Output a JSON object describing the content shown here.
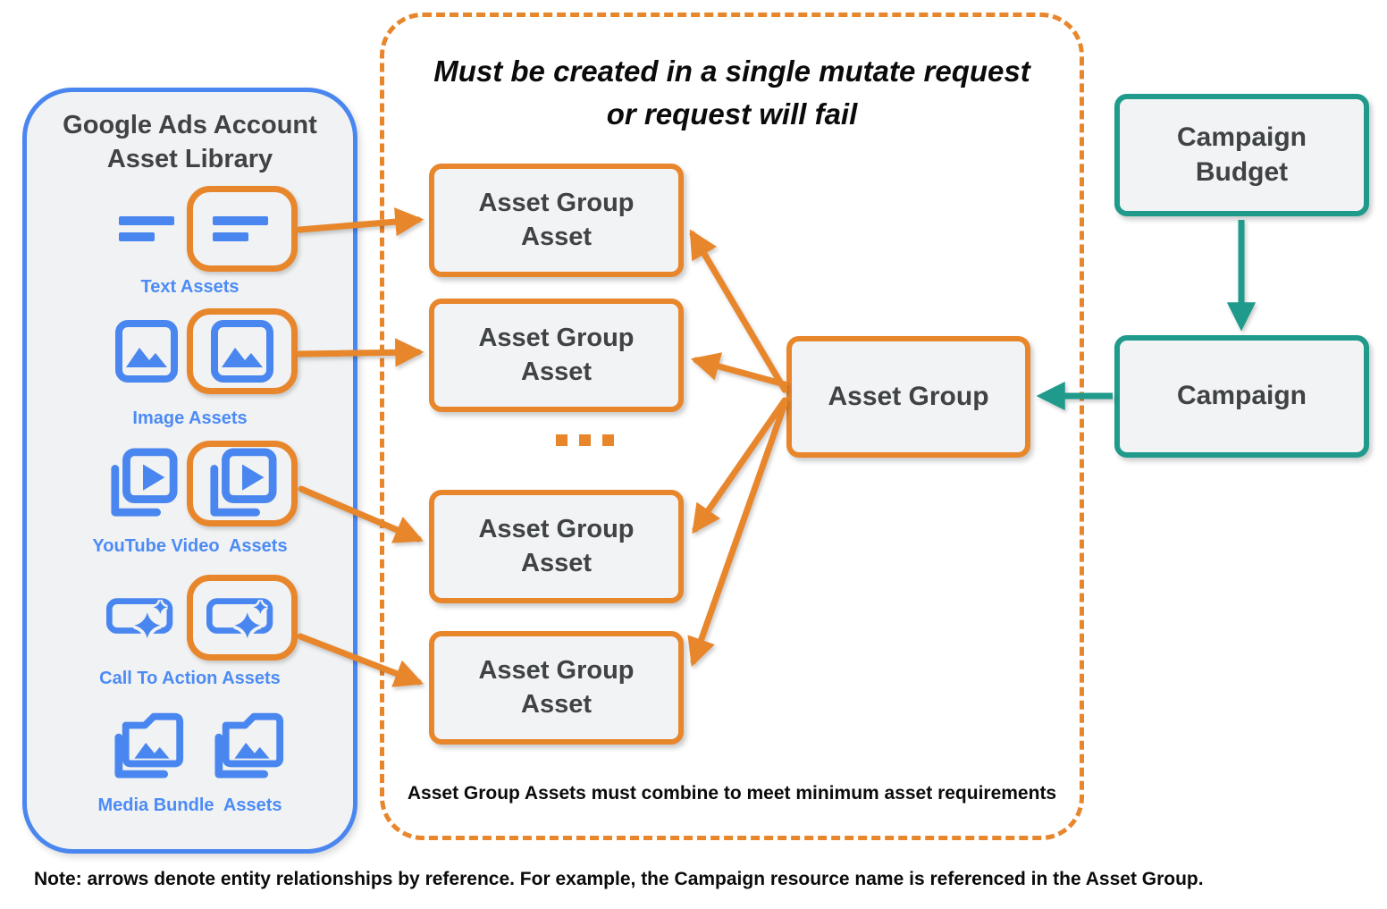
{
  "colors": {
    "orange": "#E8862C",
    "blue": "#4A86F0",
    "label_blue": "#4C8BF5",
    "teal": "#1F9A8B",
    "node_fill": "#F1F3F4",
    "panel_fill": "#F0F2F3",
    "text_dark": "#3F4345",
    "ink": "#0B0B0B"
  },
  "library": {
    "title_line1": "Google Ads Account",
    "title_line2": "Asset Library",
    "items": [
      {
        "label": "Text Assets",
        "icon": "text-asset-icon",
        "highlighted": true
      },
      {
        "label": "Image Assets",
        "icon": "image-asset-icon",
        "highlighted": true
      },
      {
        "label": "YouTube Video  Assets",
        "icon": "youtube-video-asset-icon",
        "highlighted": true
      },
      {
        "label": "Call To Action Assets",
        "icon": "call-to-action-asset-icon",
        "highlighted": true
      },
      {
        "label": "Media Bundle  Assets",
        "icon": "media-bundle-asset-icon",
        "highlighted": false
      }
    ]
  },
  "mutate_group": {
    "title_line1": "Must be created in a single mutate request",
    "title_line2": "or request will fail",
    "asset_group_assets": [
      {
        "line1": "Asset Group",
        "line2": "Asset"
      },
      {
        "line1": "Asset Group",
        "line2": "Asset"
      },
      {
        "line1": "Asset Group",
        "line2": "Asset"
      },
      {
        "line1": "Asset Group",
        "line2": "Asset"
      }
    ],
    "ellipsis_icon": "ellipsis-icon",
    "asset_group_label": "Asset Group",
    "caption": "Asset Group Assets must combine to meet minimum asset requirements"
  },
  "campaign_flow": {
    "campaign_budget_line1": "Campaign",
    "campaign_budget_line2": "Budget",
    "campaign_label": "Campaign"
  },
  "note": "Note: arrows denote entity relationships by reference. For example, the Campaign resource name is referenced in the Asset Group."
}
